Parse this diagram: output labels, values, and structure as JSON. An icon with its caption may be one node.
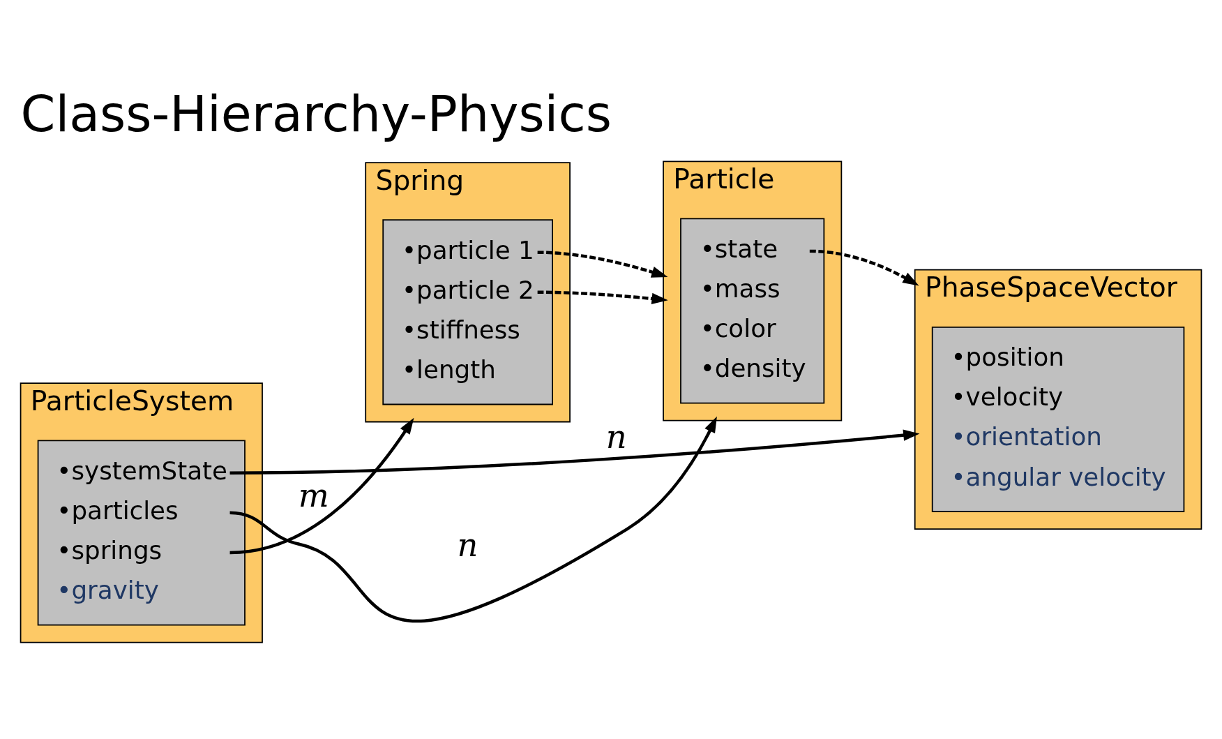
{
  "diagram": {
    "title": "Class-Hierarchy-Physics",
    "nodes": [
      {
        "text": [
          "Spring"
        ]
      },
      {
        "text": [
          "•particle 1",
          "•particle 2",
          "•stiffness",
          "•length"
        ],
        "in": 0
      },
      {
        "text": [
          "Particle"
        ]
      },
      {
        "text": [
          "•state",
          "•mass",
          "•color",
          "•density"
        ],
        "in": 2
      },
      {
        "text": [
          "ParticleSystem"
        ]
      },
      {
        "text": [
          "•systemState",
          "•particles",
          "•springs",
          "•gravity"
        ],
        "in": 4
      },
      {
        "text": [
          "PhaseSpaceVector"
        ]
      },
      {
        "text": [
          "•position",
          "•velocity",
          "•orientation",
          "•angular velocity"
        ],
        "in": 6
      }
    ],
    "edges": [
      {
        "from": 1,
        "to": 2,
        "arrow": "to",
        "style": "dashed"
      },
      {
        "from": 1,
        "to": 2,
        "arrow": "to",
        "style": "dashed"
      },
      {
        "from": 3,
        "to": 6,
        "arrow": "to",
        "style": "dashed"
      },
      {
        "from": 5,
        "to": 2,
        "arrow": "to",
        "label": "n"
      },
      {
        "from": 5,
        "to": 0,
        "arrow": "to",
        "label": "m"
      },
      {
        "from": 5,
        "to": 6,
        "arrow": "to",
        "label": "n"
      }
    ]
  }
}
